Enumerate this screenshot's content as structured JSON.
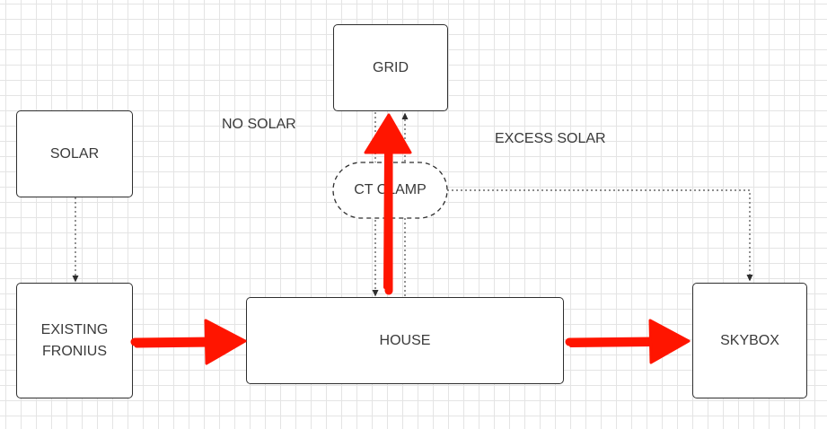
{
  "diagram": {
    "nodes": {
      "solar": {
        "label": "SOLAR"
      },
      "grid": {
        "label": "GRID"
      },
      "fronius": {
        "label": "EXISTING\nFRONIUS"
      },
      "house": {
        "label": "HOUSE"
      },
      "skybox": {
        "label": "SKYBOX"
      },
      "ct_clamp": {
        "label": "CT CLAMP"
      }
    },
    "annotations": {
      "no_solar": "NO SOLAR",
      "excess_solar": "EXCESS SOLAR"
    },
    "connectors": [
      {
        "from": "SOLAR",
        "to": "EXISTING FRONIUS",
        "style": "dotted",
        "arrow": "end"
      },
      {
        "from": "GRID",
        "to": "HOUSE",
        "style": "dotted",
        "arrow": "end",
        "via": "CT CLAMP"
      },
      {
        "from": "HOUSE",
        "to": "GRID",
        "style": "dotted",
        "arrow": "end",
        "via": "CT CLAMP"
      },
      {
        "from": "CT CLAMP",
        "to": "SKYBOX",
        "style": "dotted",
        "arrow": "end"
      }
    ],
    "highlight_arrows": [
      {
        "from": "EXISTING FRONIUS",
        "to": "HOUSE"
      },
      {
        "from": "HOUSE",
        "to": "GRID"
      },
      {
        "from": "HOUSE",
        "to": "SKYBOX"
      }
    ],
    "colors": {
      "highlight": "#ff1500",
      "stroke": "#2e2e2e",
      "text": "#3a3a3a",
      "grid": "#e4e4e4"
    }
  }
}
